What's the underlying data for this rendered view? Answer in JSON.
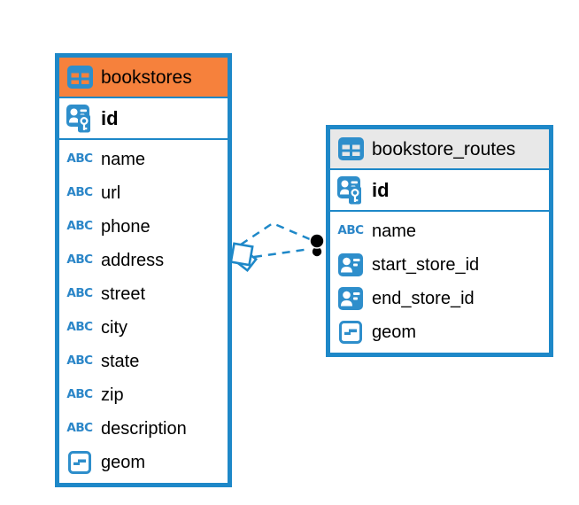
{
  "canvas": {
    "background": "#FFFFFF"
  },
  "colors": {
    "table_border": "#1E88C8",
    "icon_blue": "#2E8ECB",
    "abc_blue": "#2B86C8",
    "bookstores_header_bg": "#F6813C",
    "routes_header_bg": "#E8E8E8",
    "text": "#000000",
    "connector": "#1E88C8",
    "endpoint": "#000000"
  },
  "tables": [
    {
      "title": "bookstores",
      "header_style": "orange",
      "pk": {
        "label": "id",
        "type": "primary-key"
      },
      "columns": [
        {
          "label": "name",
          "type": "text"
        },
        {
          "label": "url",
          "type": "text"
        },
        {
          "label": "phone",
          "type": "text"
        },
        {
          "label": "address",
          "type": "text"
        },
        {
          "label": "street",
          "type": "text"
        },
        {
          "label": "city",
          "type": "text"
        },
        {
          "label": "state",
          "type": "text"
        },
        {
          "label": "zip",
          "type": "text"
        },
        {
          "label": "description",
          "type": "text"
        },
        {
          "label": "geom",
          "type": "geometry"
        }
      ]
    },
    {
      "title": "bookstore_routes",
      "header_style": "gray",
      "pk": {
        "label": "id",
        "type": "primary-key"
      },
      "columns": [
        {
          "label": "name",
          "type": "text"
        },
        {
          "label": "start_store_id",
          "type": "reference"
        },
        {
          "label": "end_store_id",
          "type": "reference"
        },
        {
          "label": "geom",
          "type": "geometry"
        }
      ]
    }
  ],
  "relationship": {
    "connects": [
      "bookstores",
      "bookstore_routes"
    ],
    "line_count": 2,
    "line_style": "dashed",
    "left_marker": "diamond",
    "right_marker": "filled-dot"
  }
}
